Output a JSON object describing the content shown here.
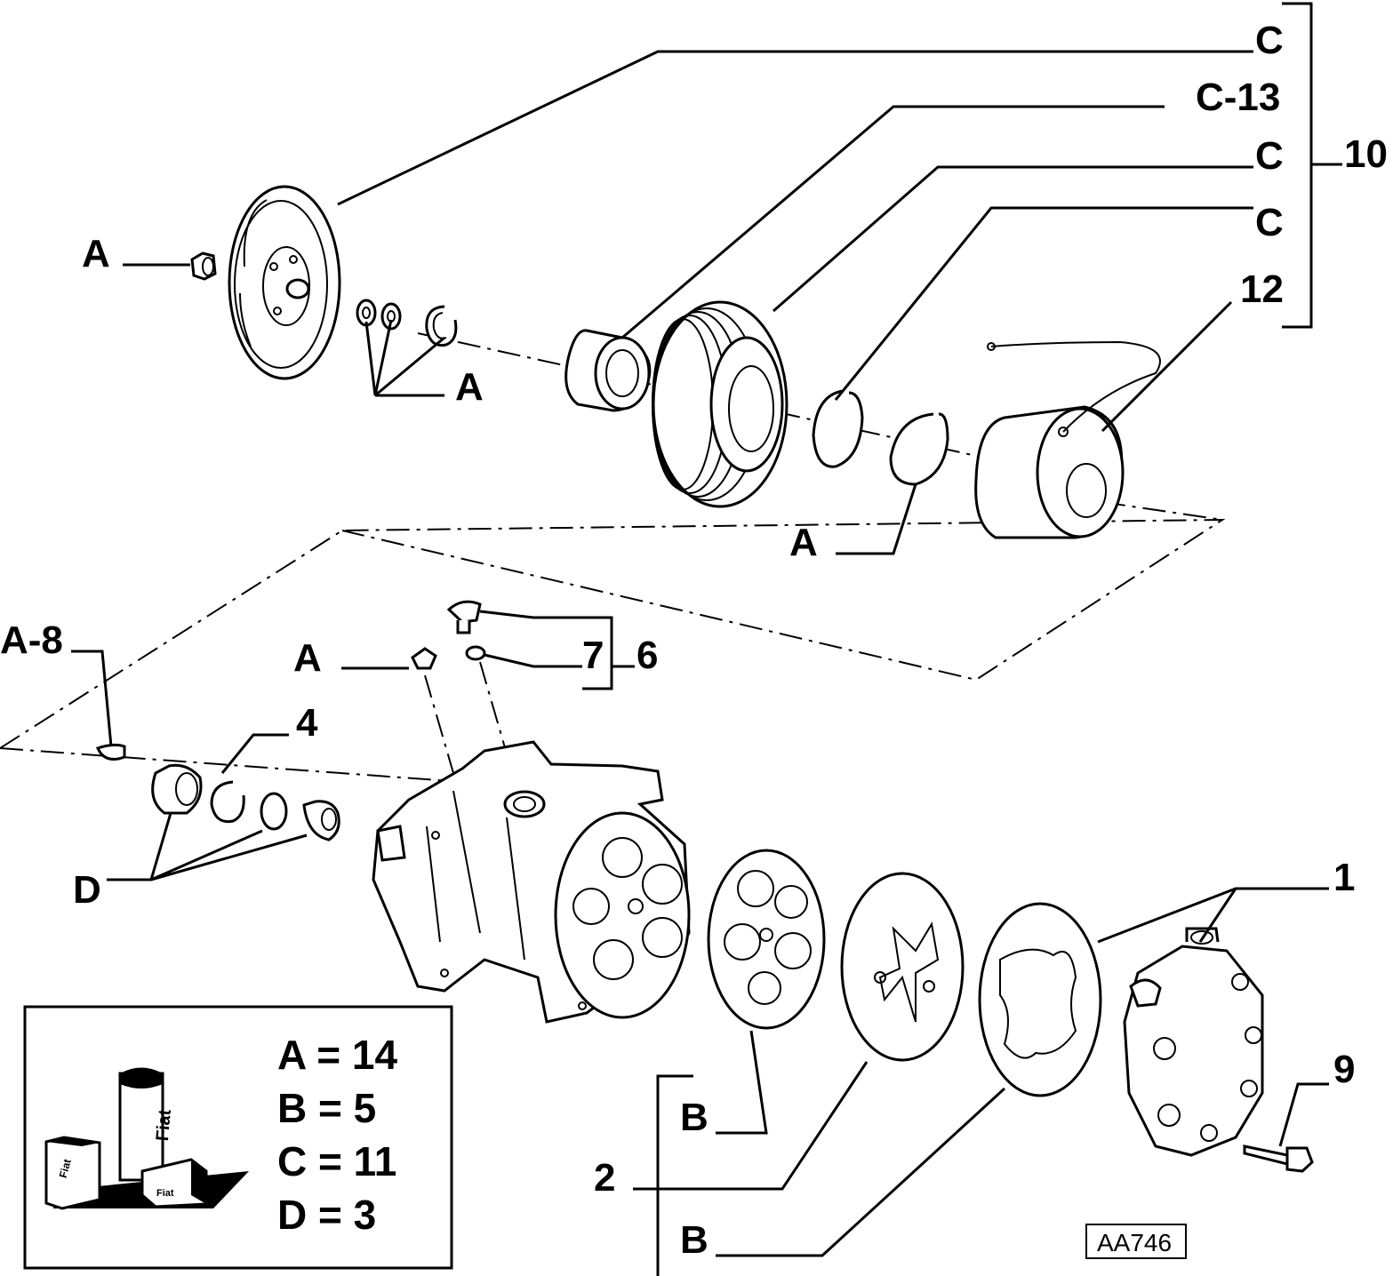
{
  "callouts": {
    "c_top": "C",
    "c13": "C-13",
    "c_mid": "C",
    "c_low": "C",
    "n12": "12",
    "n10": "10",
    "a_nut": "A",
    "a_washers": "A",
    "a_ring": "A",
    "a8": "A-8",
    "a_valve": "A",
    "n7": "7",
    "n6": "6",
    "n4": "4",
    "d": "D",
    "n1": "1",
    "n9": "9",
    "b_upper": "B",
    "b_lower": "B",
    "n2": "2"
  },
  "legend": {
    "rows": [
      "A = 14",
      "B = 5",
      "C = 11",
      "D = 3"
    ],
    "tube_text": "Fiat",
    "box_text_left": "Fiat",
    "box_text_right": "Fiat"
  },
  "figure_code": "AA746"
}
